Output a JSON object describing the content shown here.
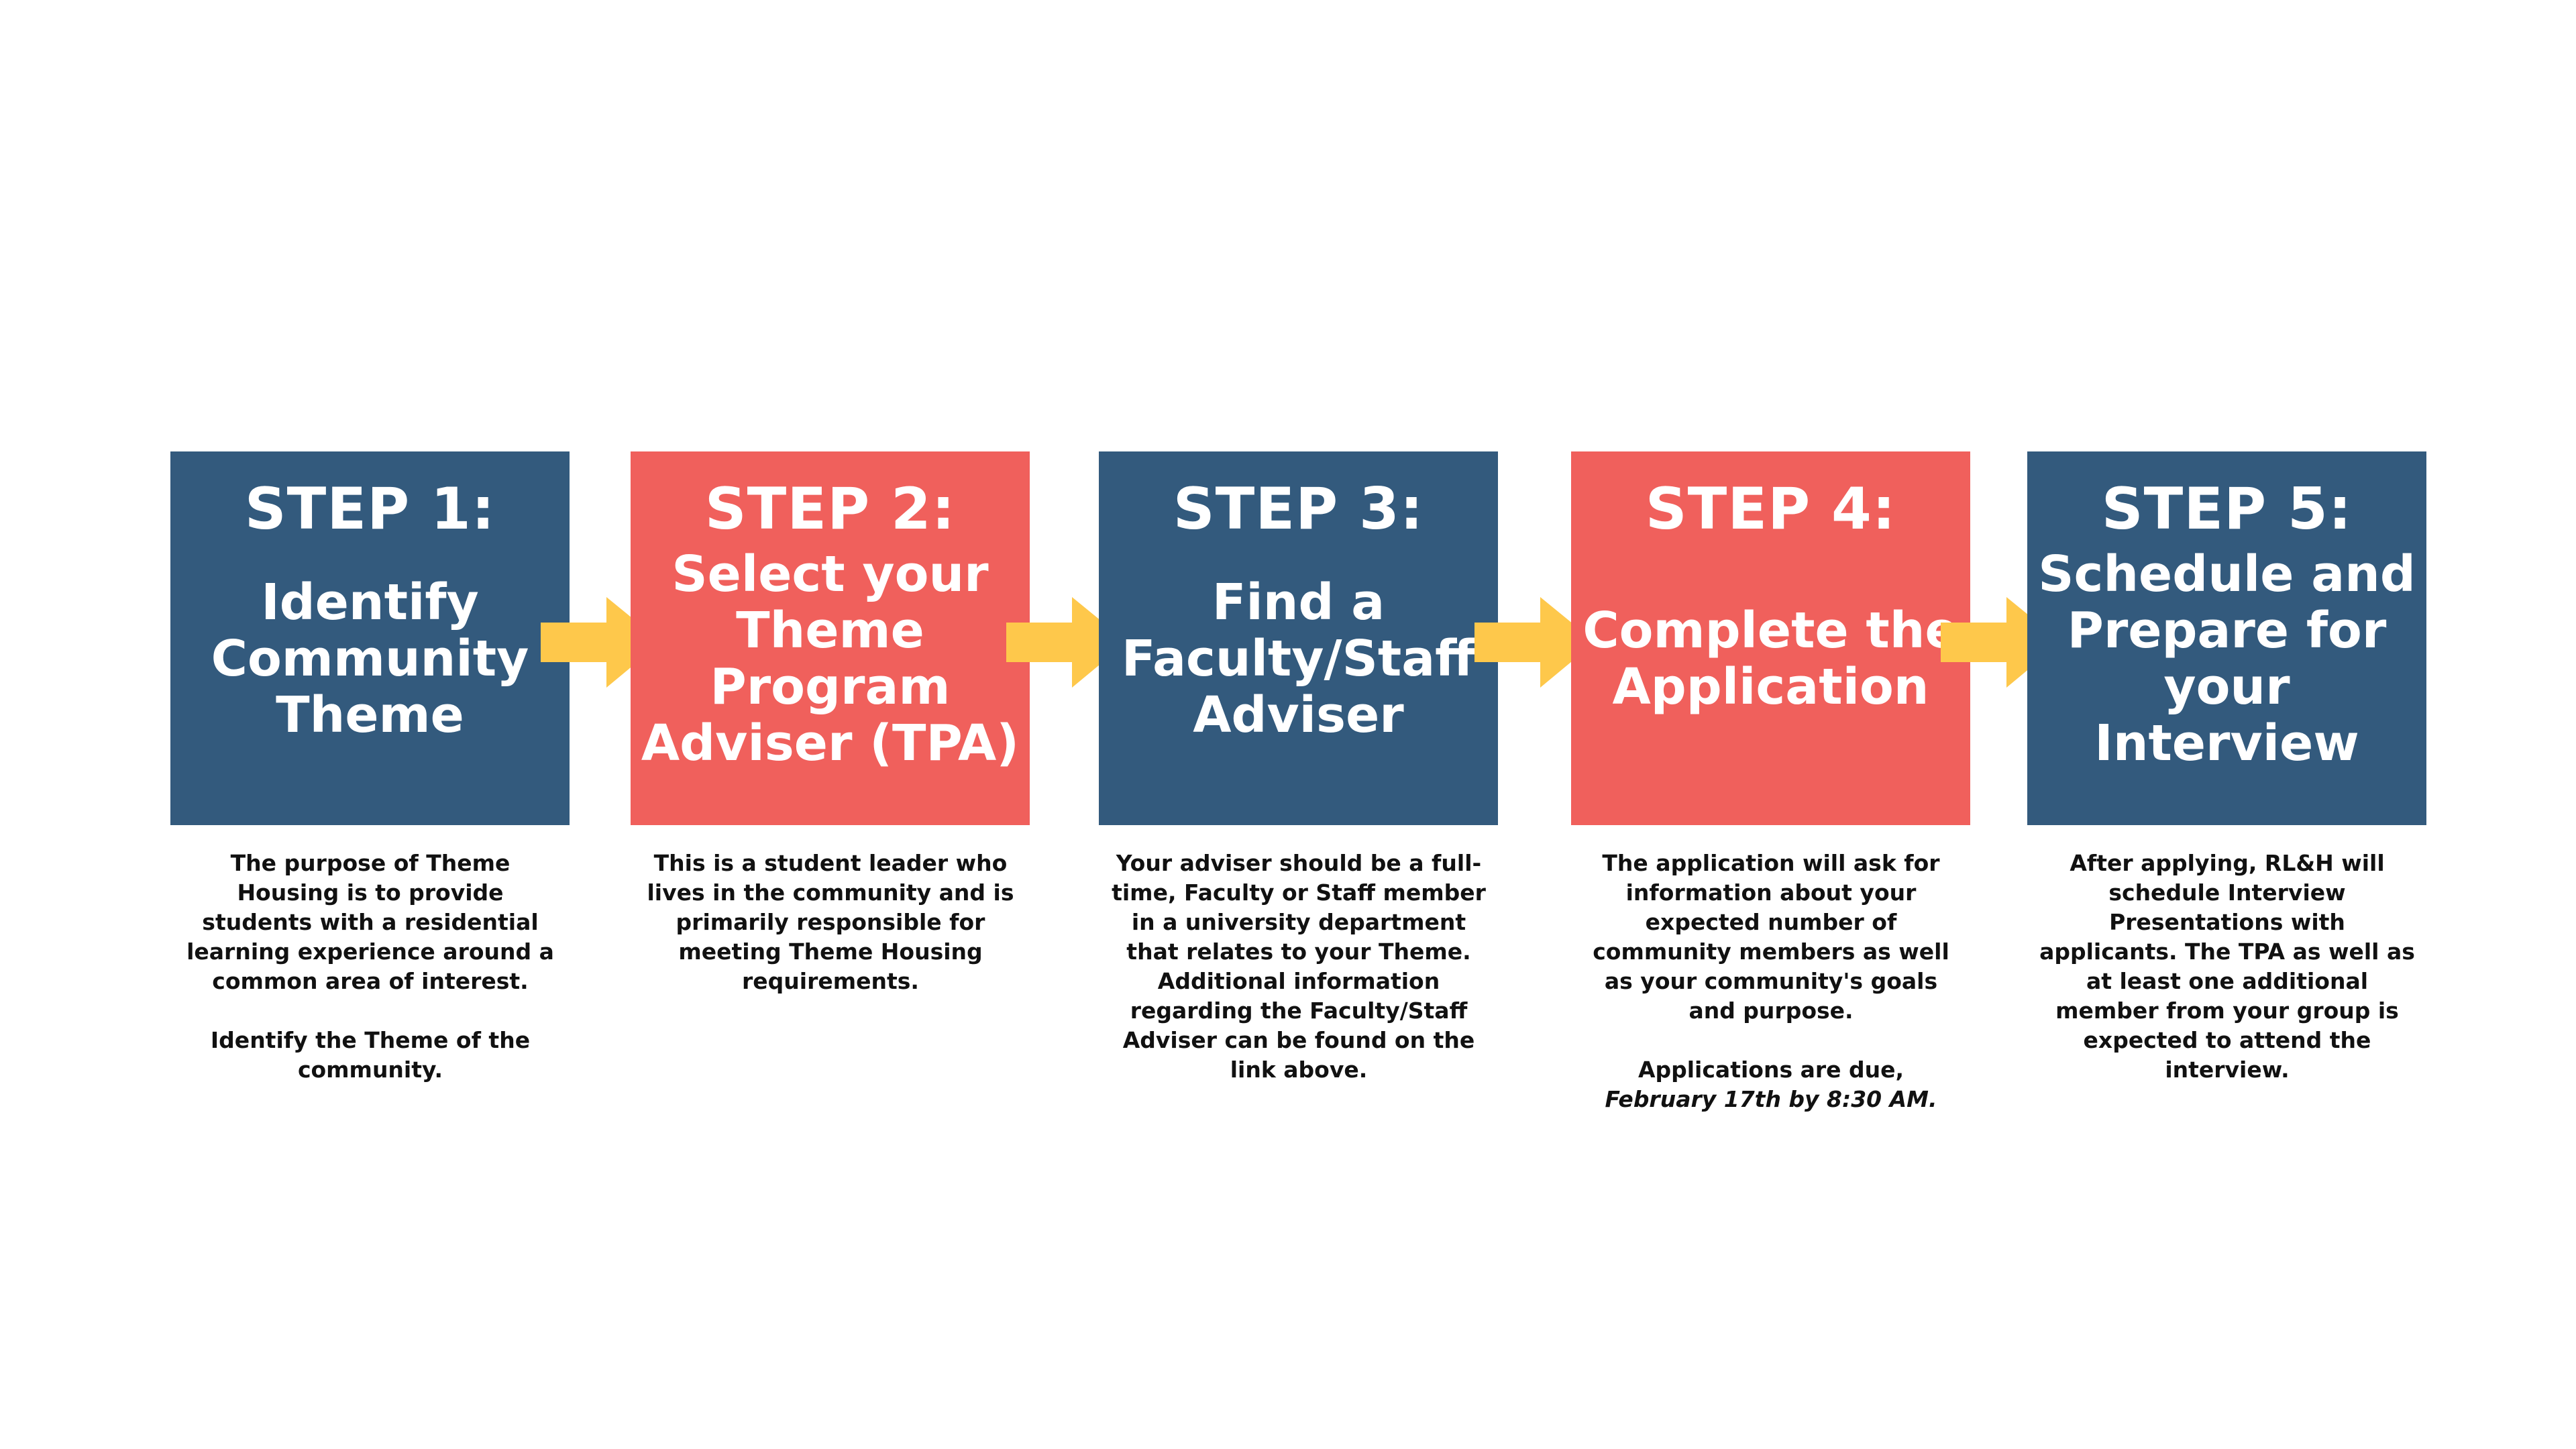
{
  "colors": {
    "navy": "#335a7d",
    "coral": "#f0605c",
    "arrow": "#fec84b",
    "text": "#111111"
  },
  "steps": [
    {
      "label": "STEP 1:",
      "title": "Identify Community Theme",
      "description": [
        "The purpose of Theme Housing is to provide students with a residential learning experience around a common area of interest.",
        "Identify the Theme of the community."
      ]
    },
    {
      "label": "STEP 2:",
      "title": "Select your Theme Program Adviser (TPA)",
      "description": [
        "This is a student leader who lives in the community and is primarily responsible for meeting Theme Housing requirements."
      ]
    },
    {
      "label": "STEP 3:",
      "title": "Find a Faculty/Staff Adviser",
      "description": [
        "Your adviser should be a full-time, Faculty or Staff member in a university department that relates to your Theme. Additional information regarding the Faculty/Staff Adviser can be found on the link above."
      ]
    },
    {
      "label": "STEP 4:",
      "title": "Complete the Application",
      "description": [
        "The application will ask for information about your expected number of community members as well as your community's goals and purpose.",
        "Applications are due,"
      ],
      "deadline": "February 17th by 8:30 AM."
    },
    {
      "label": "STEP 5:",
      "title": "Schedule and Prepare for your Interview",
      "description": [
        "After applying, RL&H will schedule Interview Presentations with applicants. The TPA as well as at least one additional member from your group is expected to attend the interview."
      ]
    }
  ]
}
